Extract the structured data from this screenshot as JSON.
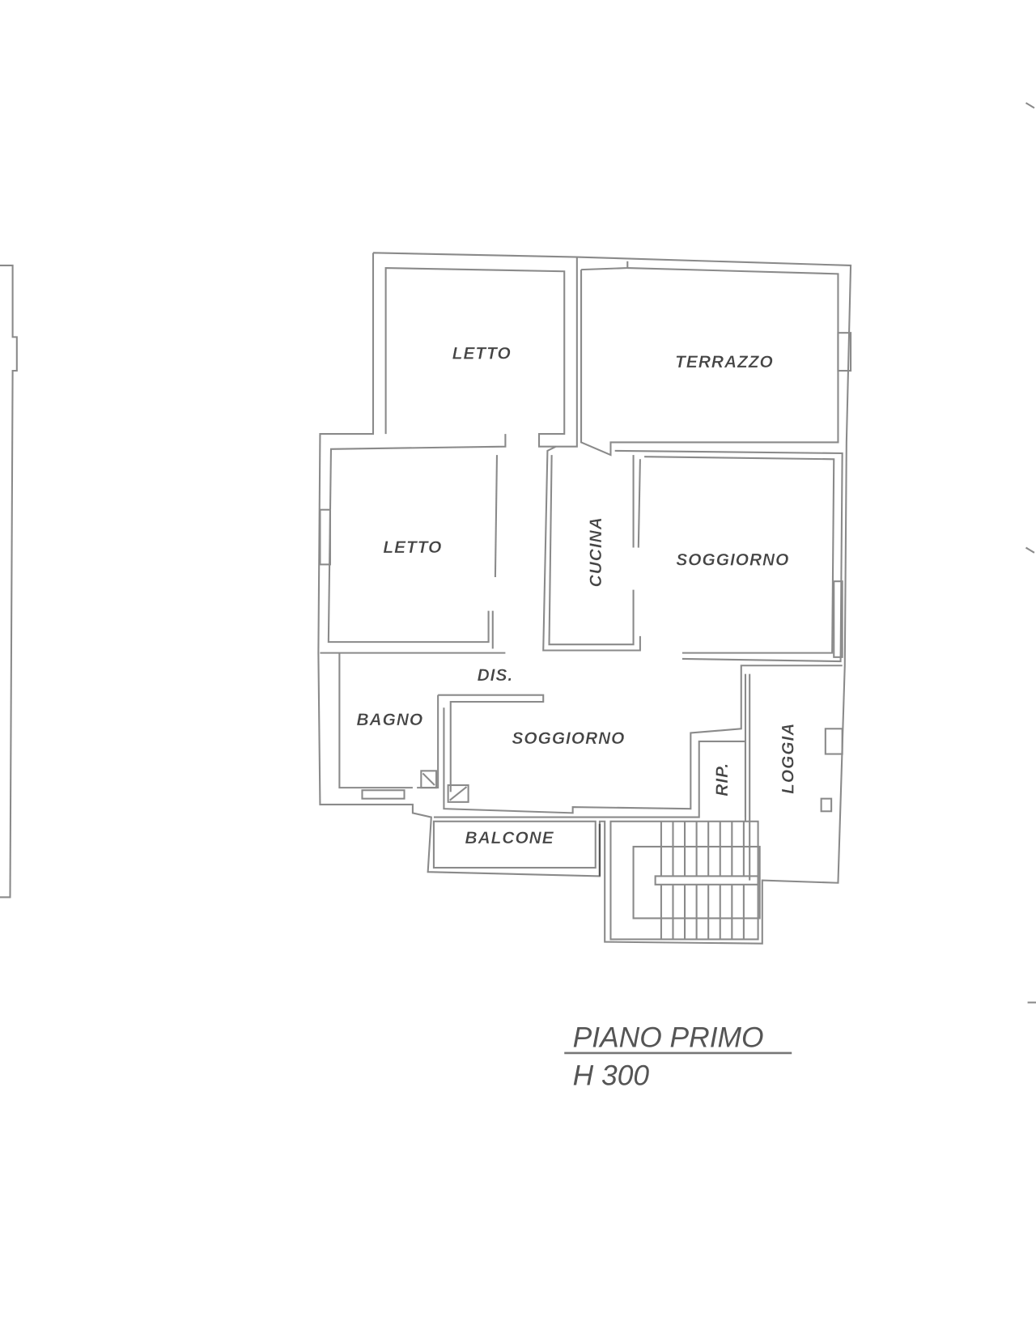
{
  "plan": {
    "title": "PIANO PRIMO",
    "height_label": "H 300",
    "rooms": {
      "letto_top": "LETTO",
      "terrazzo": "TERRAZZO",
      "letto_left": "LETTO",
      "cucina": "CUCINA",
      "soggiorno_right": "SOGGIORNO",
      "dis": "DIS.",
      "bagno": "BAGNO",
      "soggiorno_lower": "SOGGIORNO",
      "rip": "RIP.",
      "loggia": "LOGGIA",
      "balcone": "BALCONE"
    }
  }
}
